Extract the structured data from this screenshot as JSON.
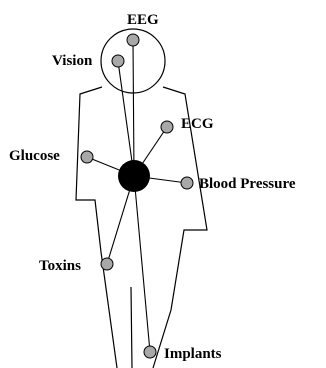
{
  "diagram": {
    "sensors": [
      {
        "id": "eeg",
        "label": "EEG"
      },
      {
        "id": "vision",
        "label": "Vision"
      },
      {
        "id": "ecg",
        "label": "ECG"
      },
      {
        "id": "glucose",
        "label": "Glucose"
      },
      {
        "id": "blood-pressure",
        "label": "Blood Pressure"
      },
      {
        "id": "toxins",
        "label": "Toxins"
      },
      {
        "id": "implants",
        "label": "Implants"
      }
    ]
  },
  "colors": {
    "sensor_fill": "#a8a8a8",
    "hub": "#000000",
    "outline": "#000000",
    "background": "#ffffff"
  }
}
